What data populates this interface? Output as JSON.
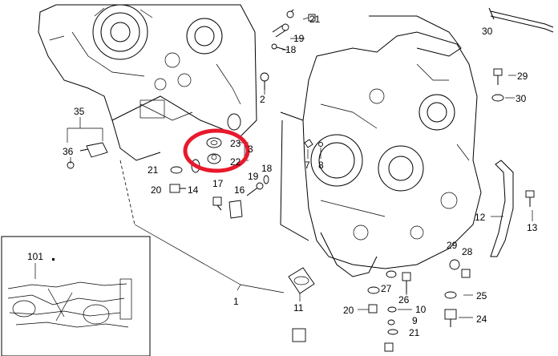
{
  "diagram": {
    "callouts": [
      {
        "id": "c1",
        "text": "1"
      },
      {
        "id": "c2",
        "text": "2"
      },
      {
        "id": "c3",
        "text": "3"
      },
      {
        "id": "c7",
        "text": "7"
      },
      {
        "id": "c8",
        "text": "8"
      },
      {
        "id": "c9",
        "text": "9"
      },
      {
        "id": "c10a",
        "text": "10"
      },
      {
        "id": "c11",
        "text": "11"
      },
      {
        "id": "c12",
        "text": "12"
      },
      {
        "id": "c13",
        "text": "13"
      },
      {
        "id": "c14",
        "text": "14"
      },
      {
        "id": "c16",
        "text": "16"
      },
      {
        "id": "c17",
        "text": "17"
      },
      {
        "id": "c18a",
        "text": "18"
      },
      {
        "id": "c18b",
        "text": "18"
      },
      {
        "id": "c19a",
        "text": "19"
      },
      {
        "id": "c19b",
        "text": "19"
      },
      {
        "id": "c20a",
        "text": "20"
      },
      {
        "id": "c20b",
        "text": "20"
      },
      {
        "id": "c21a",
        "text": "21"
      },
      {
        "id": "c21b",
        "text": "21"
      },
      {
        "id": "c21c",
        "text": "21"
      },
      {
        "id": "c22",
        "text": "22"
      },
      {
        "id": "c23",
        "text": "23"
      },
      {
        "id": "c24",
        "text": "24"
      },
      {
        "id": "c25",
        "text": "25"
      },
      {
        "id": "c26",
        "text": "26"
      },
      {
        "id": "c27",
        "text": "27"
      },
      {
        "id": "c28",
        "text": "28"
      },
      {
        "id": "c29a",
        "text": "29"
      },
      {
        "id": "c29b",
        "text": "29"
      },
      {
        "id": "c30a",
        "text": "30"
      },
      {
        "id": "c30b",
        "text": "30"
      },
      {
        "id": "c35",
        "text": "35"
      },
      {
        "id": "c36",
        "text": "36"
      },
      {
        "id": "c101",
        "text": "101"
      }
    ],
    "highlight_color": "#e8192c"
  }
}
